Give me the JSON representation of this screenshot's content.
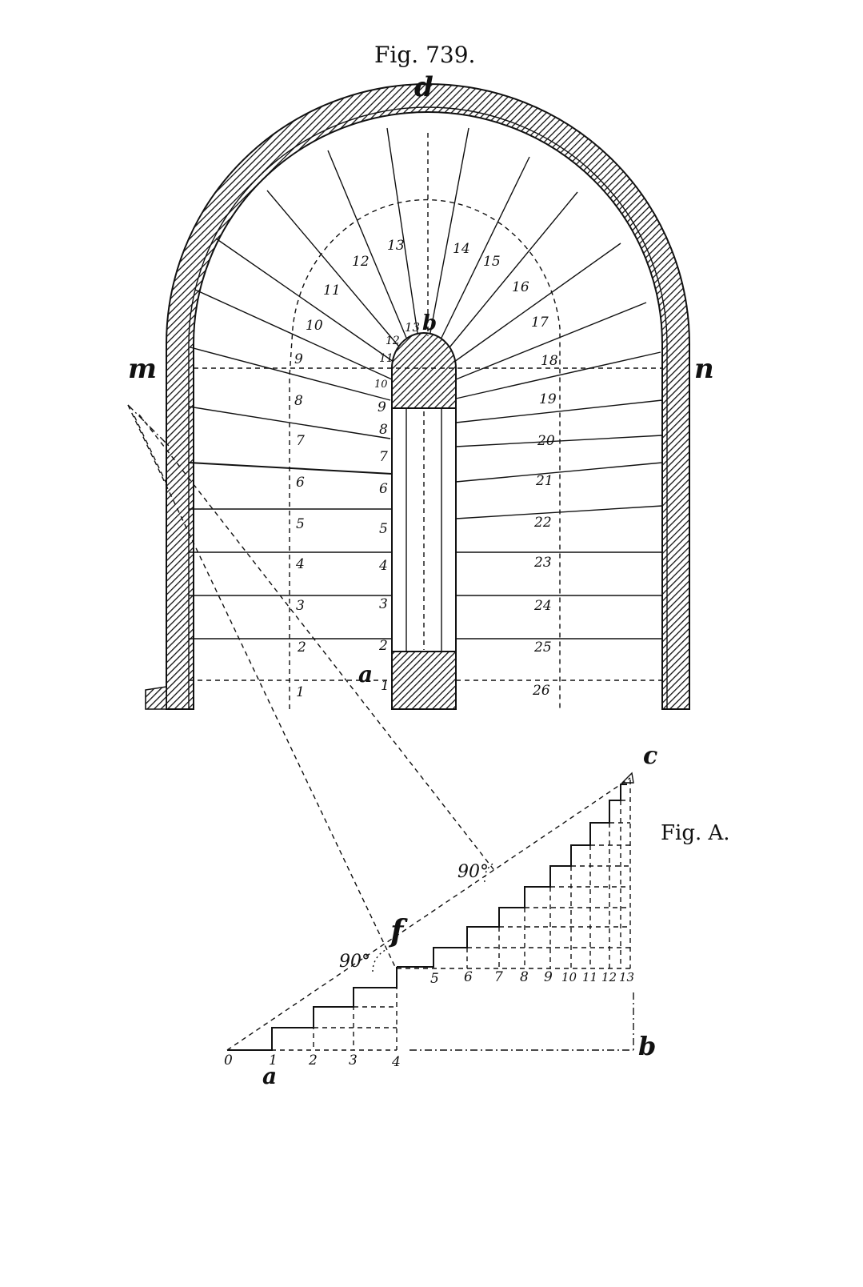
{
  "figure_main": {
    "title": "Fig. 739.",
    "point_labels": {
      "d": "d",
      "b": "b",
      "m": "m",
      "n": "n",
      "a": "a"
    },
    "left_outer_numbers": [
      "1",
      "2",
      "3",
      "4",
      "5",
      "6",
      "7",
      "8",
      "9",
      "10",
      "11",
      "12",
      "13"
    ],
    "left_inner_numbers": [
      "1",
      "2",
      "3",
      "4",
      "5",
      "6",
      "7",
      "8",
      "9",
      "10",
      "11",
      "12",
      "13"
    ],
    "right_outer_numbers": [
      "14",
      "15",
      "16",
      "17",
      "18",
      "19",
      "20",
      "21",
      "22",
      "23",
      "24",
      "25",
      "26"
    ]
  },
  "figure_a": {
    "title": "Fig. A.",
    "point_labels": {
      "a": "a",
      "b": "b",
      "c": "c",
      "f": "f"
    },
    "angle_labels": [
      "90°",
      "90°"
    ],
    "base_numbers": [
      "0",
      "1",
      "2",
      "3",
      "4",
      "5",
      "6",
      "7",
      "8",
      "9",
      "10",
      "11",
      "12",
      "13"
    ]
  }
}
